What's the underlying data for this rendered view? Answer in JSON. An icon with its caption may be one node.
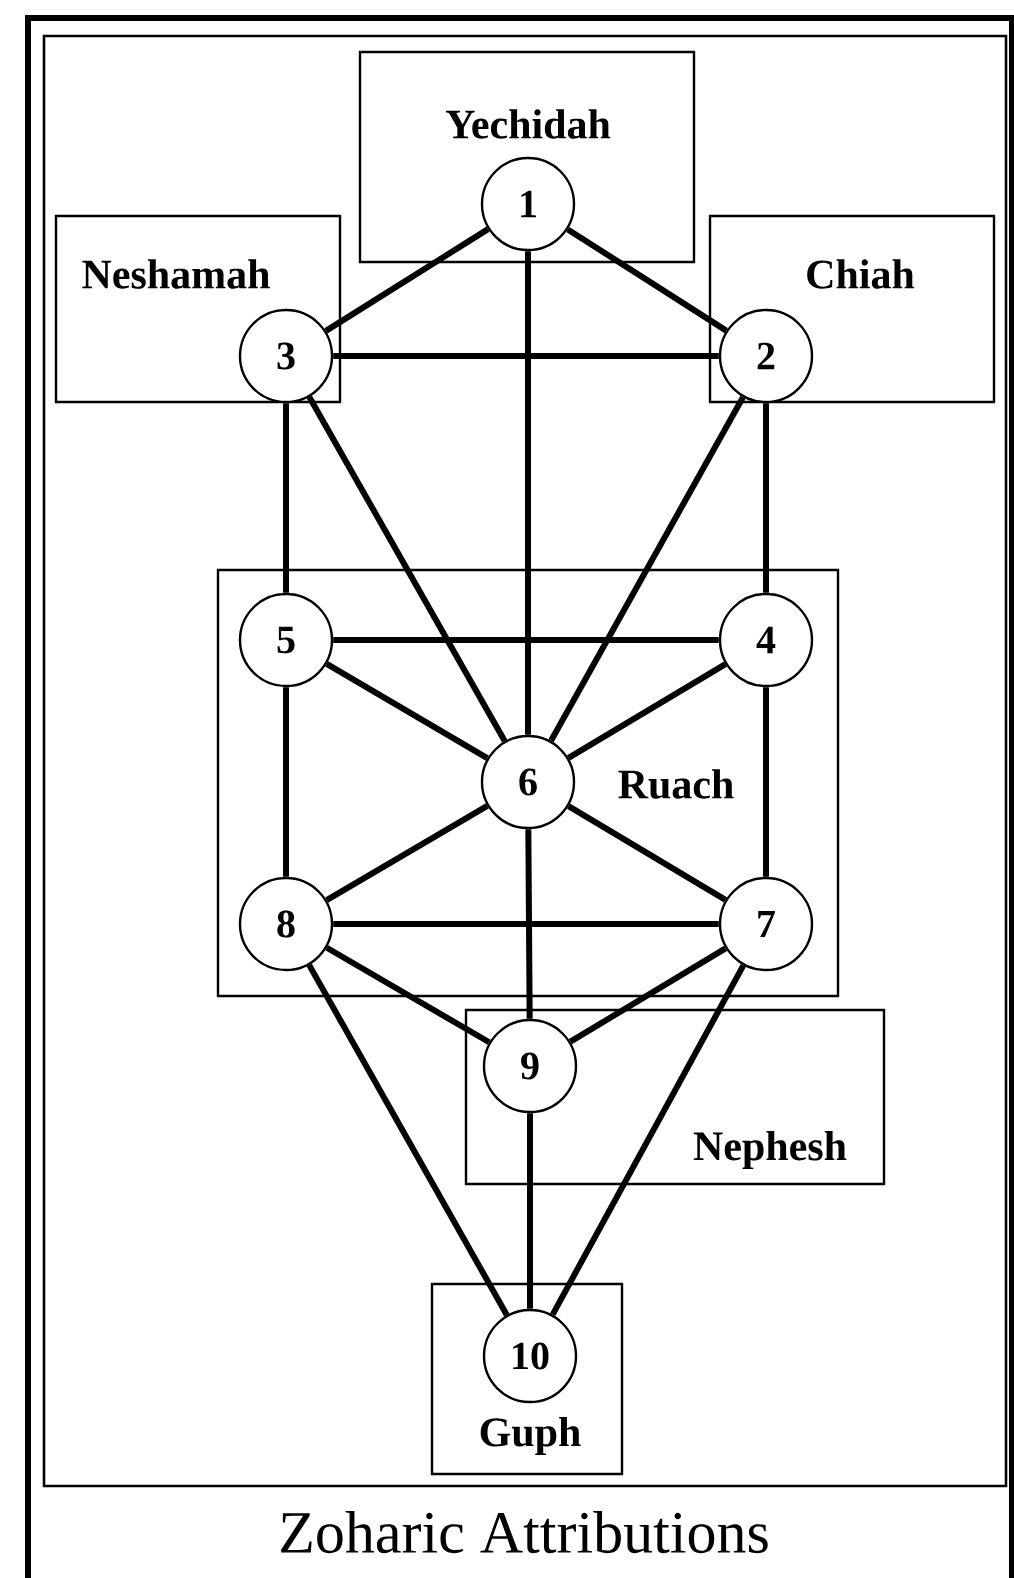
{
  "diagram": {
    "title": "Zoharic Attributions",
    "nodes": [
      {
        "text": [
          "Yechidah"
        ]
      },
      {
        "text": [
          "1"
        ],
        "in": 0
      },
      {
        "text": [
          "Neshamah"
        ]
      },
      {
        "text": [
          "3"
        ],
        "in": 2
      },
      {
        "text": [
          "Chiah"
        ]
      },
      {
        "text": [
          "2"
        ],
        "in": 4
      },
      {
        "text": [
          "Ruach"
        ]
      },
      {
        "text": [
          "5"
        ],
        "in": 6
      },
      {
        "text": [
          "4"
        ],
        "in": 6
      },
      {
        "text": [
          "6"
        ],
        "in": 6
      },
      {
        "text": [
          "8"
        ],
        "in": 6
      },
      {
        "text": [
          "7"
        ],
        "in": 6
      },
      {
        "text": [
          "Nephesh"
        ]
      },
      {
        "text": [
          "9"
        ],
        "in": 12
      },
      {
        "text": [
          "Guph"
        ]
      },
      {
        "text": [
          "10"
        ],
        "in": 14
      }
    ],
    "edges": [
      {
        "from": 1,
        "to": 3,
        "arrow": "none"
      },
      {
        "from": 1,
        "to": 5,
        "arrow": "none"
      },
      {
        "from": 1,
        "to": 9,
        "arrow": "none"
      },
      {
        "from": 3,
        "to": 5,
        "arrow": "none"
      },
      {
        "from": 3,
        "to": 7,
        "arrow": "none"
      },
      {
        "from": 3,
        "to": 9,
        "arrow": "none"
      },
      {
        "from": 5,
        "to": 9,
        "arrow": "none"
      },
      {
        "from": 5,
        "to": 8,
        "arrow": "none"
      },
      {
        "from": 7,
        "to": 8,
        "arrow": "none"
      },
      {
        "from": 7,
        "to": 9,
        "arrow": "none"
      },
      {
        "from": 8,
        "to": 9,
        "arrow": "none"
      },
      {
        "from": 7,
        "to": 10,
        "arrow": "none"
      },
      {
        "from": 8,
        "to": 11,
        "arrow": "none"
      },
      {
        "from": 9,
        "to": 10,
        "arrow": "none"
      },
      {
        "from": 9,
        "to": 11,
        "arrow": "none"
      },
      {
        "from": 9,
        "to": 13,
        "arrow": "none"
      },
      {
        "from": 10,
        "to": 11,
        "arrow": "none"
      },
      {
        "from": 10,
        "to": 13,
        "arrow": "none"
      },
      {
        "from": 11,
        "to": 13,
        "arrow": "none"
      },
      {
        "from": 10,
        "to": 15,
        "arrow": "none"
      },
      {
        "from": 13,
        "to": 15,
        "arrow": "none"
      },
      {
        "from": 11,
        "to": 15,
        "arrow": "none"
      }
    ]
  }
}
